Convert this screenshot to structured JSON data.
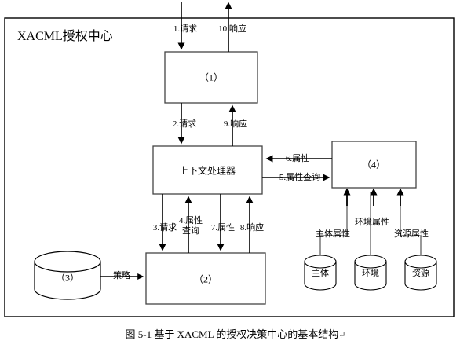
{
  "figure": {
    "frame_title": "XACML授权中心",
    "caption": "图 5-1  基于 XACML 的授权决策中心的基本结构",
    "caption_mark": "↵"
  },
  "nodes": {
    "pdp": {
      "id": "box-1",
      "label": "（1）"
    },
    "context_handler": {
      "id": "box-context-handler",
      "label": "上下文处理器"
    },
    "pep": {
      "id": "box-2",
      "label": "（2）"
    },
    "pip": {
      "id": "box-4",
      "label": "（4）"
    },
    "policy_store": {
      "id": "cylinder-3",
      "label": "（3）"
    },
    "subject_store": {
      "id": "cylinder-subject",
      "label": "主体"
    },
    "environment_store": {
      "id": "cylinder-environment",
      "label": "环境"
    },
    "resource_store": {
      "id": "cylinder-resource",
      "label": "资源"
    }
  },
  "edges": [
    {
      "id": "edge-1",
      "label": "1.请求"
    },
    {
      "id": "edge-10",
      "label": "10.响应"
    },
    {
      "id": "edge-2",
      "label": "2.请求"
    },
    {
      "id": "edge-9",
      "label": "9.响应"
    },
    {
      "id": "edge-6",
      "label": "6.属性"
    },
    {
      "id": "edge-5",
      "label": "5.属性查询"
    },
    {
      "id": "edge-3",
      "label": "3.请求"
    },
    {
      "id": "edge-4-line1",
      "label": "4.属性"
    },
    {
      "id": "edge-4-line2",
      "label": "查询"
    },
    {
      "id": "edge-7",
      "label": "7.属性"
    },
    {
      "id": "edge-8",
      "label": "8.响应"
    },
    {
      "id": "edge-policy",
      "label": "策略"
    },
    {
      "id": "edge-subject-attr",
      "label": "主体属性"
    },
    {
      "id": "edge-environment-attr",
      "label": "环境属性"
    },
    {
      "id": "edge-resource-attr",
      "label": "资源属性"
    }
  ],
  "colors": {
    "stroke": "#000000",
    "box_stroke": "#555555",
    "background": "#ffffff"
  }
}
